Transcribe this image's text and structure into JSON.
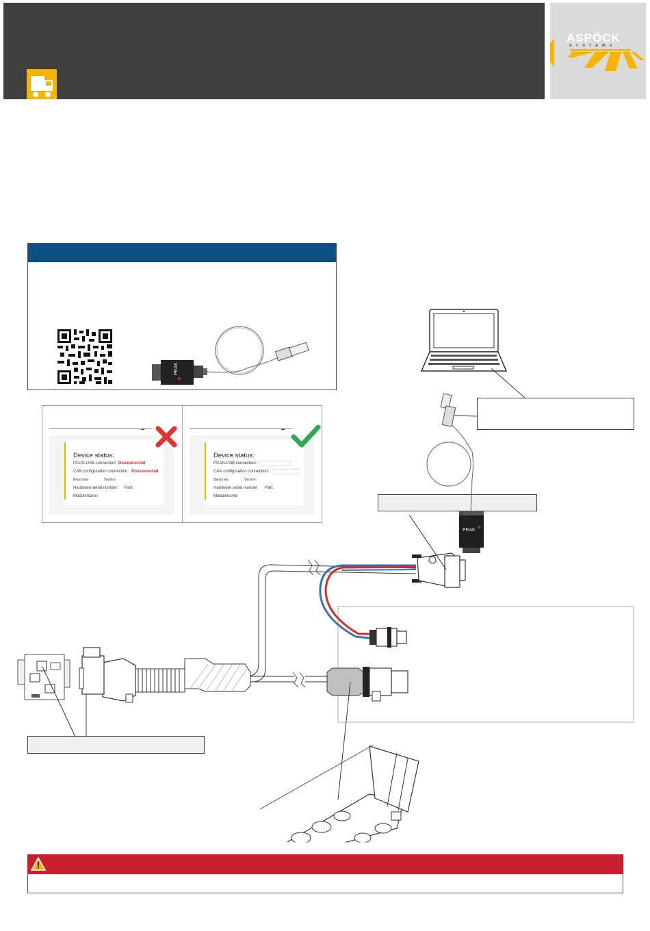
{
  "brand": {
    "name": "ASPÖCK",
    "tagline": "SYSTEMS"
  },
  "product_labels": {
    "adapter_brand": "PEAK"
  },
  "status_panel": {
    "incorrect": {
      "title": "Device status:",
      "rows": [
        {
          "label": "PCAN-USB connection:",
          "value": "Disconnected"
        },
        {
          "label": "CAN configuration connection:",
          "value": "Disconnected"
        },
        {
          "label": "Baud rate:",
          "value": "Version:"
        },
        {
          "label": "Hardware serial number:",
          "value": "Part:"
        },
        {
          "label": "Modulename:",
          "value": ""
        }
      ]
    },
    "correct": {
      "title": "Device status:",
      "rows": [
        {
          "label": "PCAN-USB connection:",
          "value": ""
        },
        {
          "label": "CAN configuration connection:",
          "value": ""
        },
        {
          "label": "Baud rate:",
          "value": "Version:"
        },
        {
          "label": "Hardware serial number:",
          "value": "Part:"
        },
        {
          "label": "Modulename:",
          "value": ""
        }
      ]
    }
  },
  "colors": {
    "header": "#3f3f3f",
    "accent_yellow": "#f4b400",
    "info_blue": "#0d4f86",
    "warning_red": "#c8202f",
    "status_red": "#e32222",
    "status_green": "#2fa84f",
    "cable_red": "#d62b2b",
    "cable_blue": "#3b6fb0"
  },
  "icons": {
    "truck": "truck-icon",
    "logo": "aspoeck-logo-icon",
    "qr": "qr-code-icon",
    "wrong": "cross-mark-icon",
    "right": "check-mark-icon",
    "warning": "warning-triangle-icon"
  }
}
